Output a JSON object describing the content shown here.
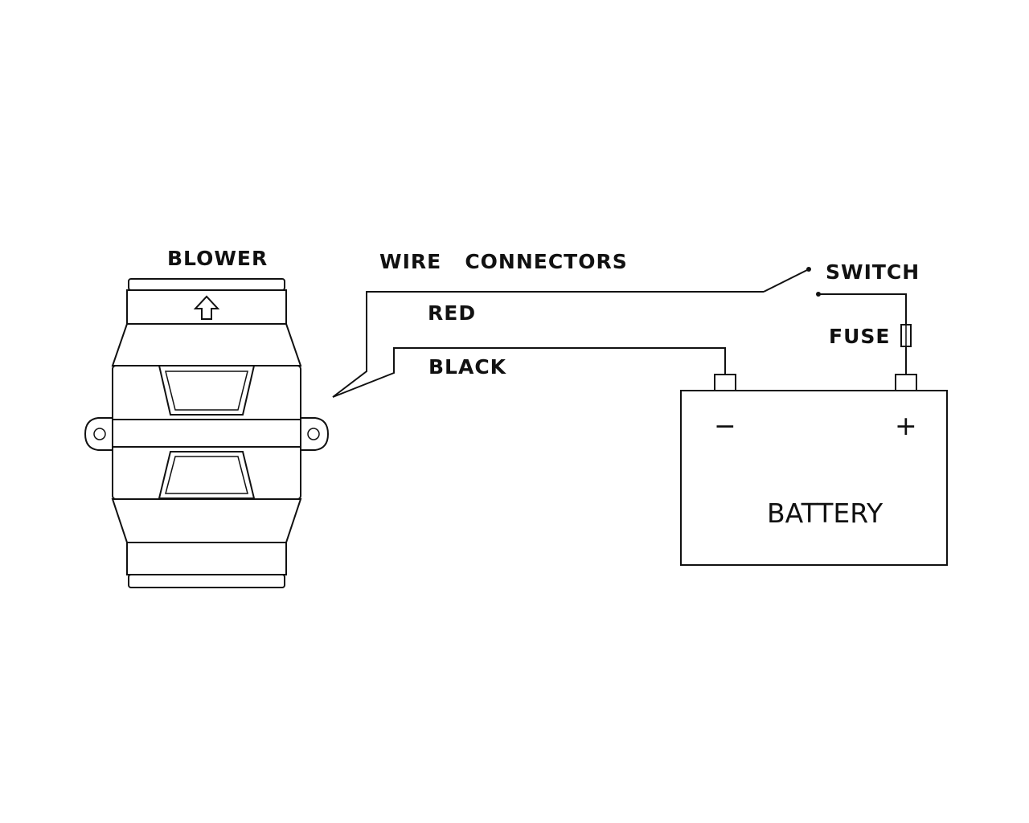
{
  "labels": {
    "blower": "BLOWER",
    "wire_connectors": "WIRE   CONNECTORS",
    "red": "RED",
    "black": "BLACK",
    "switch": "SWITCH",
    "fuse": "FUSE",
    "battery": "BATTERY",
    "negative": "−",
    "positive": "+"
  },
  "colors": {
    "line": "#111111",
    "background": "#ffffff"
  }
}
